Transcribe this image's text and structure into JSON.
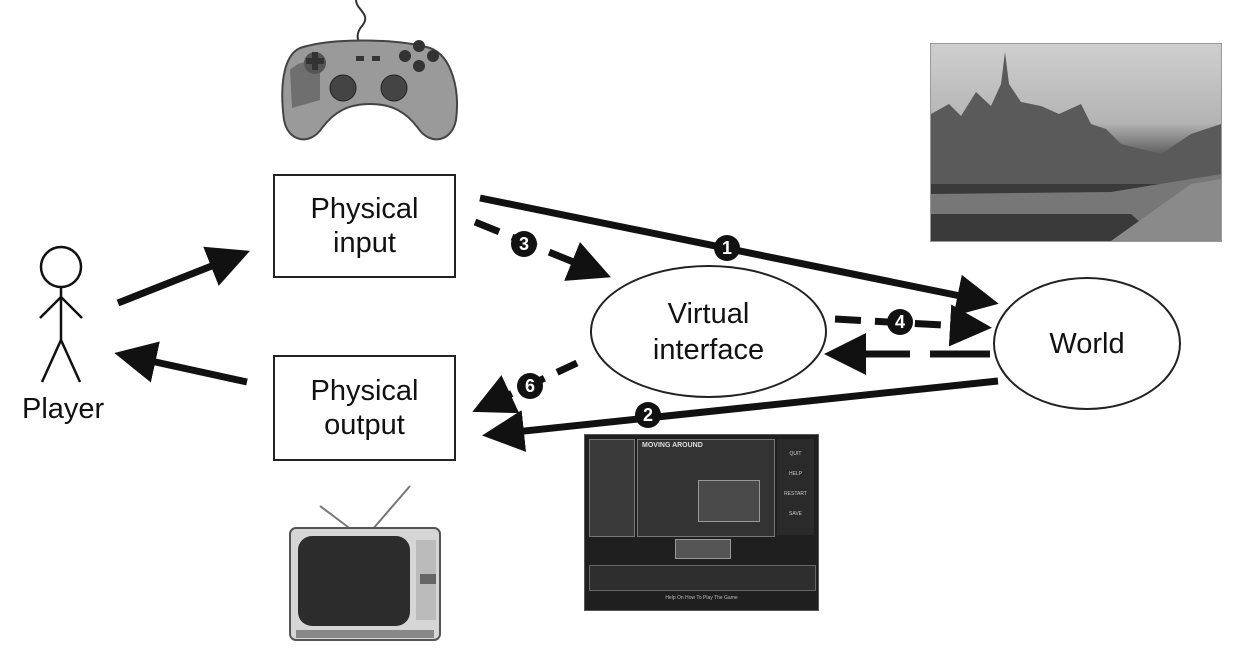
{
  "nodes": {
    "physical_input": {
      "line1": "Physical",
      "line2": "input"
    },
    "physical_output": {
      "line1": "Physical",
      "line2": "output"
    },
    "virtual_interface": {
      "line1": "Virtual",
      "line2": "interface"
    },
    "world": {
      "label": "World"
    },
    "player": {
      "label": "Player"
    }
  },
  "badges": {
    "b1": "1",
    "b2": "2",
    "b3": "3",
    "b4": "4",
    "b6": "6"
  },
  "screen_art": {
    "title": "MOVING AROUND",
    "menu": [
      "QUIT",
      "HELP",
      "RESTART",
      "SAVE"
    ],
    "footer": "Help On How To Play The Game"
  },
  "colors": {
    "ink": "#111111",
    "photo_dark": "#2b2b2b",
    "photo_sky": "#bdbdbd"
  }
}
